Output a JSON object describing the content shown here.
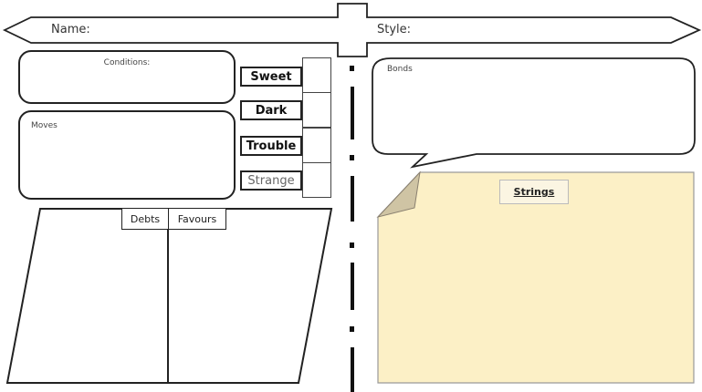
{
  "header": {
    "name_label": "Name:",
    "style_label": "Style:"
  },
  "left": {
    "conditions_label": "Conditions:",
    "moves_label": "Moves",
    "stats": [
      "Sweet",
      "Dark",
      "Trouble",
      "Strange"
    ],
    "ledger": {
      "debts_label": "Debts",
      "favours_label": "Favours"
    }
  },
  "right": {
    "bonds_label": "Bonds",
    "strings_label": "Strings",
    "note_color": "#fcf0c6"
  }
}
